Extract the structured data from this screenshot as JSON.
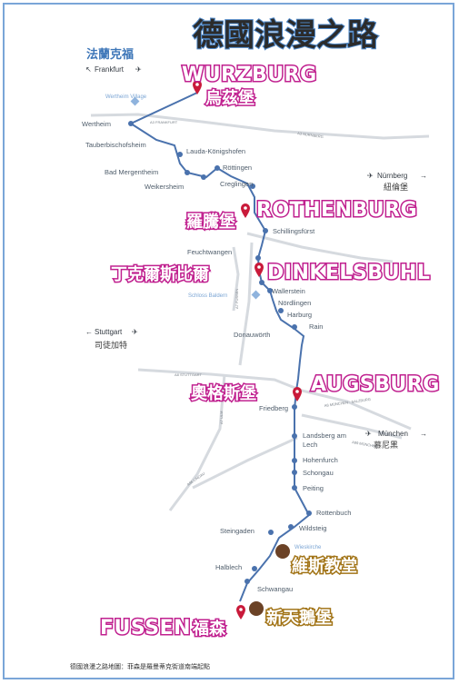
{
  "title": "德國浪漫之路",
  "frankfurt": {
    "cjk": "法蘭克福",
    "label": "Frankfurt"
  },
  "nurnberg": {
    "label": "Nürnberg",
    "cjk": "紐倫堡"
  },
  "stuttgart": {
    "label": "Stuttgart",
    "cjk": "司徒加特"
  },
  "munchen": {
    "label": "München",
    "cjk": "慕尼黑"
  },
  "highlights": {
    "wurzburg_en": "WURZBURG",
    "wurzburg_cjk": "烏茲堡",
    "rothenburg_en": "ROTHENBURG",
    "rothenburg_cjk": "羅騰堡",
    "dinkelsbuhl_en": "DINKELSBUHL",
    "dinkelsbuhl_cjk": "丁克爾斯比爾",
    "augsburg_en": "AUGSBURG",
    "augsburg_cjk": "奧格斯堡",
    "fussen_en": "FUSSEN",
    "fussen_cjk": "福森",
    "wieskirche_cjk": "維斯教堂",
    "neuschwanstein_cjk": "新天鵝堡"
  },
  "towns": {
    "wertheim_village": "Wertheim Village",
    "wertheim": "Wertheim",
    "tauberbischofsheim": "Tauberbischofsheim",
    "lauda": "Lauda-Königshofen",
    "bad_mergentheim": "Bad Mergentheim",
    "rottingen": "Röttingen",
    "weikersheim": "Weikersheim",
    "creglingen": "Creglingen",
    "schillingsfurst": "Schillingsfürst",
    "feuchtwangen": "Feuchtwangen",
    "wallerstein": "Wallerstein",
    "nordlingen": "Nördlingen",
    "harburg": "Harburg",
    "rain": "Rain",
    "donauworth": "Donauwörth",
    "schloss_baldern": "Schloss Baldern",
    "friedberg": "Friedberg",
    "landsberg": "Landsberg am",
    "lech": "Lech",
    "hohenfurch": "Hohenfurch",
    "schongau": "Schongau",
    "peiting": "Peiting",
    "rottenbuch": "Rottenbuch",
    "wildsteig": "Wildsteig",
    "steingaden": "Steingaden",
    "wieskirche": "Wieskirche",
    "halblech": "Halblech",
    "schwangau": "Schwangau"
  },
  "roads": {
    "a3_frankfurt": "A3 FRANKFURT",
    "a3_nurnberg": "A3 NURNBERG",
    "a7_fussen": "A7 FUSSEN",
    "a8_stuttgart": "A8 STUTTGART",
    "a7_ulm": "A7 ULM",
    "a96_lindau": "A96 LINDAU",
    "a8_munchen_salzburg": "A8 MÜNCHEN · SALZBURG",
    "a99_munchen": "A99 MÜNCHEN"
  },
  "caption": "德國浪漫之路地圖：菲森是羅曼蒂克街道南端起點",
  "colors": {
    "route": "#4a72ad",
    "pin": "#c91a3a",
    "highlight_outline": "#c0208f",
    "brown_outline": "#a27417",
    "brown_dot": "#6b4226",
    "frame": "#7aa6d8"
  }
}
